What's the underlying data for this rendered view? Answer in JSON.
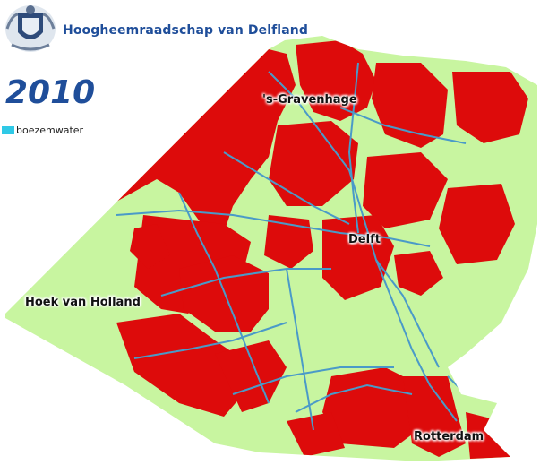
{
  "organization": "Hoogheemraadschap van Delfland",
  "year": "2010",
  "legend": {
    "label": "boezemwater",
    "color": "#2fc9e6"
  },
  "colors": {
    "land": "#c8f5a0",
    "urban": "#dd0b0b",
    "water": "#4a9ac8",
    "brand": "#1f4e9a"
  },
  "places": {
    "den_haag": "'s-Gravenhage",
    "delft": "Delft",
    "hoek": "Hoek van Holland",
    "rotterdam": "Rotterdam"
  },
  "icons": {
    "crest": "coat-of-arms-icon"
  }
}
